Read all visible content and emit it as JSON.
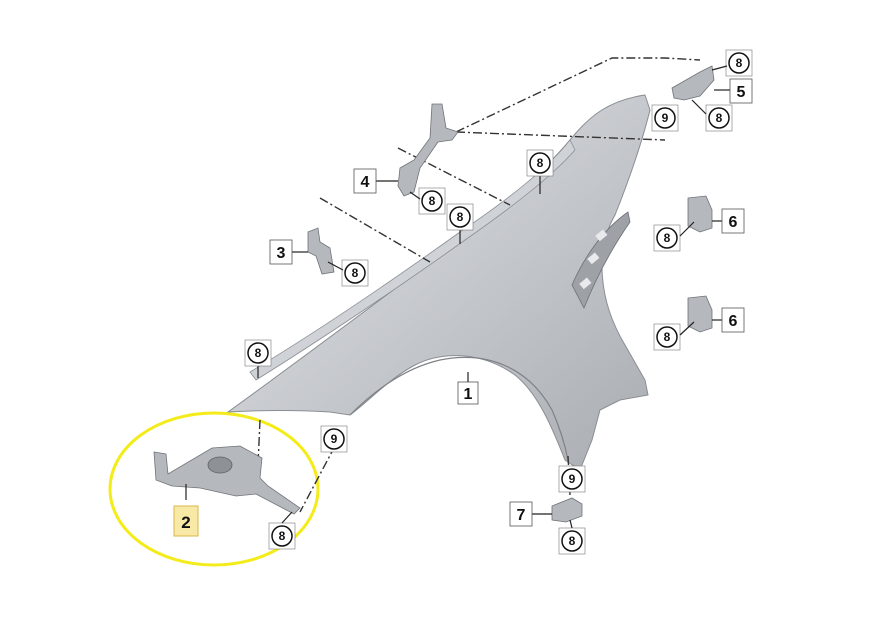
{
  "diagram": {
    "highlight_color": "#f4ec1a",
    "highlight_fill": "#f9e9a6",
    "callouts": {
      "part_1": "1",
      "part_2": "2",
      "part_3": "3",
      "part_4": "4",
      "part_5": "5",
      "part_6a": "6",
      "part_6b": "6",
      "part_7": "7"
    },
    "circles": {
      "c8_top_right_a": "8",
      "c9_top_right": "9",
      "c8_top_right_b": "8",
      "c8_bracket4": "8",
      "c8_fender_top": "8",
      "c8_fender_mid": "8",
      "c8_bracket3": "8",
      "c8_bracket6a": "8",
      "c8_bracket6b": "8",
      "c8_fender_front": "8",
      "c9_lower_mid": "9",
      "c8_bracket2": "8",
      "c9_lower_right": "9",
      "c8_bracket7": "8"
    }
  }
}
